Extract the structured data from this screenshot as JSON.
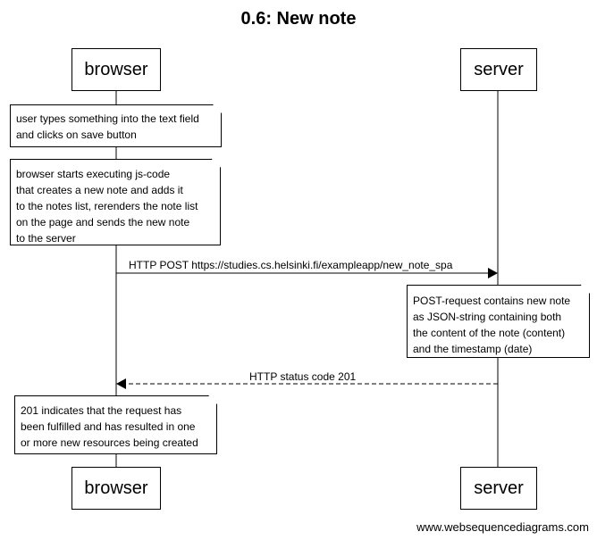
{
  "title": "0.6: New note",
  "participants": {
    "browser": "browser",
    "server": "server"
  },
  "notes": {
    "user_types": "user types something into the text field\nand clicks on save button",
    "browser_executes": "browser starts executing js-code\nthat creates a new note and adds it\nto the notes list, rerenders the note list\non the page and sends the new note\nto the server",
    "post_contains": "POST-request contains new note\nas JSON-string containing both\nthe content of the note (content)\nand the timestamp (date)",
    "status_201": "201 indicates that the request has\nbeen fulfilled and has resulted in one\nor more new resources being created"
  },
  "messages": {
    "post": "HTTP POST https://studies.cs.helsinki.fi/exampleapp/new_note_spa",
    "response": "HTTP status code 201"
  },
  "footer": "www.websequencediagrams.com"
}
